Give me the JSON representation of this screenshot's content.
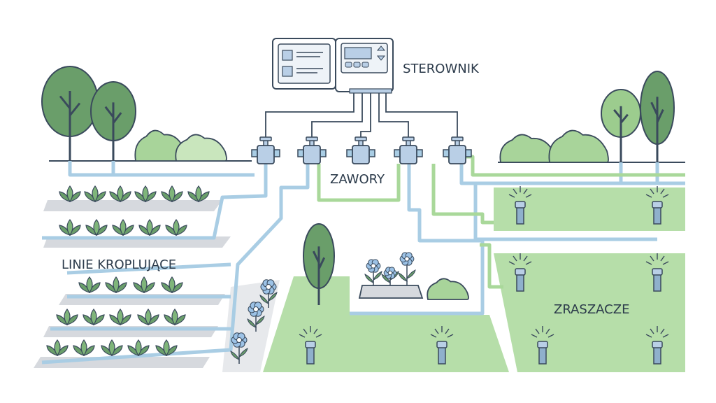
{
  "labels": {
    "controller": "STEROWNIK",
    "valves": "ZAWORY",
    "drip_lines": "LINIE KROPLUJĄCE",
    "sprinklers": "ZRASZACZE"
  },
  "colors": {
    "outline": "#3a4a5c",
    "tree_dark": "#6a9e6a",
    "tree_light": "#9ccc8e",
    "bush": "#a8d49a",
    "lawn": "#a9d89a",
    "pipe_blue": "#a9cde4",
    "pipe_green": "#a9d89a",
    "wire": "#3a4a5c",
    "device": "#b9cfe6",
    "flower": "#9cc2e6"
  },
  "icons": {
    "controller": "controller-icon",
    "valve": "valve-icon",
    "sprinkler": "sprinkler-icon",
    "plant": "plant-icon",
    "flower": "flower-icon",
    "tree": "tree-icon",
    "bush": "bush-icon"
  }
}
